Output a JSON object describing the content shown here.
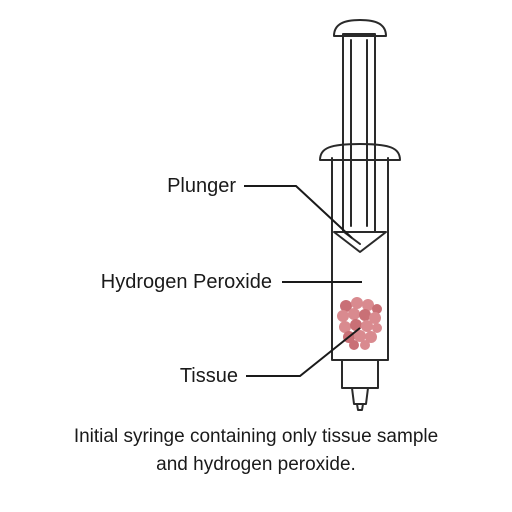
{
  "labels": {
    "plunger": "Plunger",
    "hydrogen_peroxide": "Hydrogen Peroxide",
    "tissue": "Tissue"
  },
  "caption": {
    "line1": "Initial syringe containing only tissue sample",
    "line2": "and hydrogen peroxide."
  },
  "colors": {
    "outline": "#2a2a2a",
    "tissue": "#d98a8f",
    "tissue_dark": "#c97076"
  }
}
